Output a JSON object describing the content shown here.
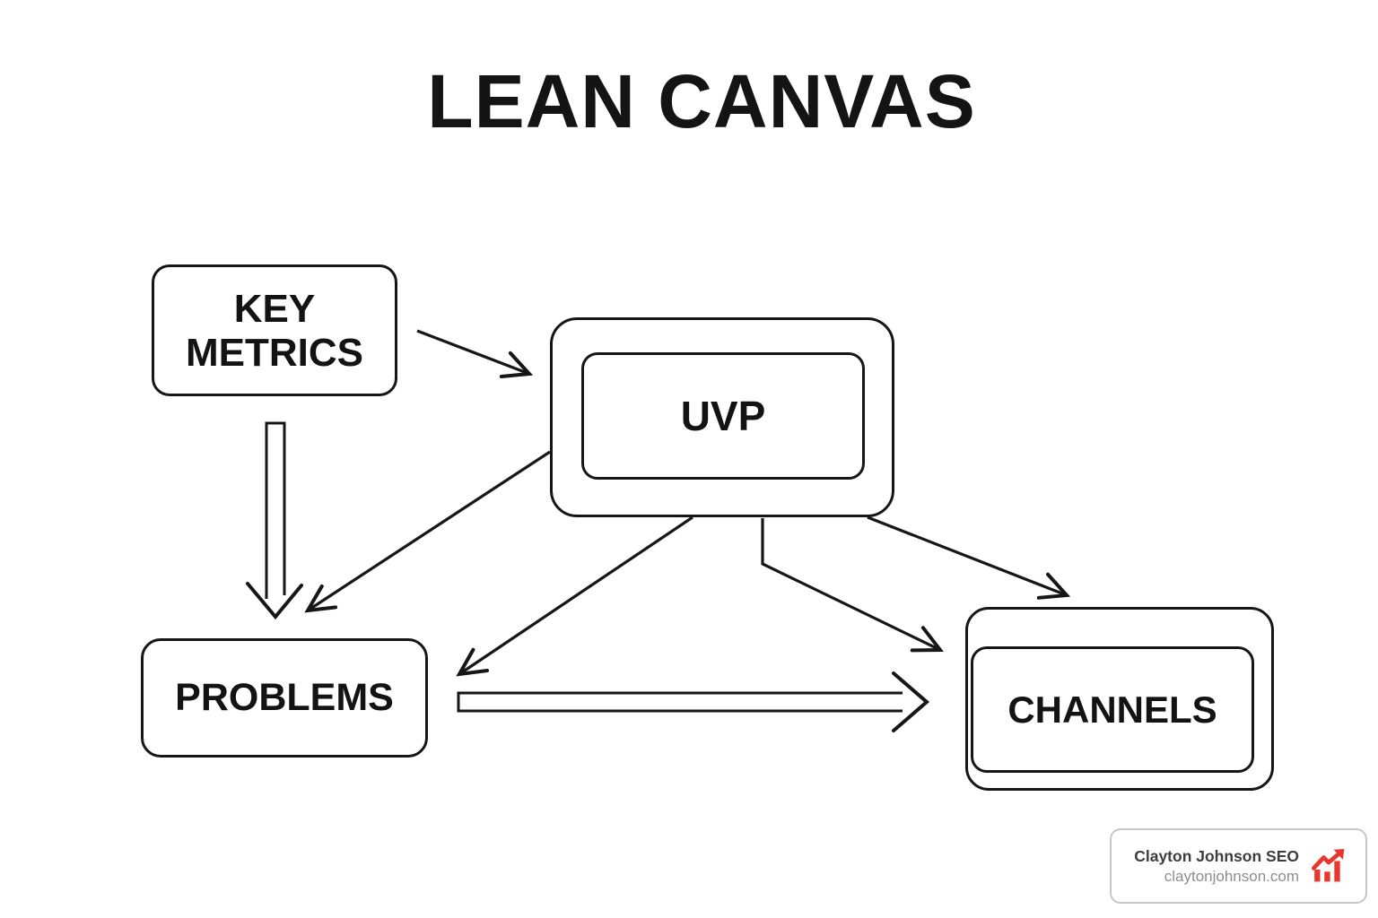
{
  "diagram": {
    "title": "LEAN CANVAS",
    "nodes": {
      "key_metrics": {
        "label": "KEY METRICS",
        "shape": "rounded-rect"
      },
      "uvp": {
        "label": "UVP",
        "shape": "double-rounded-rect"
      },
      "problems": {
        "label": "PROBLEMS",
        "shape": "rounded-rect"
      },
      "channels": {
        "label": "CHANNELS",
        "shape": "double-rounded-rect"
      }
    },
    "edges": [
      {
        "from": "key_metrics",
        "to": "uvp",
        "style": "thin-line-open-arrowhead"
      },
      {
        "from": "key_metrics",
        "to": "problems",
        "style": "hollow-outline-arrow"
      },
      {
        "from": "uvp",
        "to": "problems",
        "style": "thin-line-open-arrowhead"
      },
      {
        "from": "uvp",
        "to": "problems",
        "style": "thin-line-open-arrowhead"
      },
      {
        "from": "uvp",
        "to": "channels",
        "style": "thin-line-open-arrowhead"
      },
      {
        "from": "uvp",
        "to": "channels",
        "style": "thin-line-open-arrowhead"
      },
      {
        "from": "problems",
        "to": "channels",
        "style": "hollow-outline-arrow"
      }
    ],
    "colors": {
      "line": "#161616",
      "background": "#ffffff",
      "text": "#131313"
    }
  },
  "watermark": {
    "name": "Clayton Johnson SEO",
    "domain": "claytonjohnson.com",
    "icon": "trending-up-bar-chart-icon",
    "accent_color": "#e8382d",
    "border_color": "#c6c6c6"
  }
}
